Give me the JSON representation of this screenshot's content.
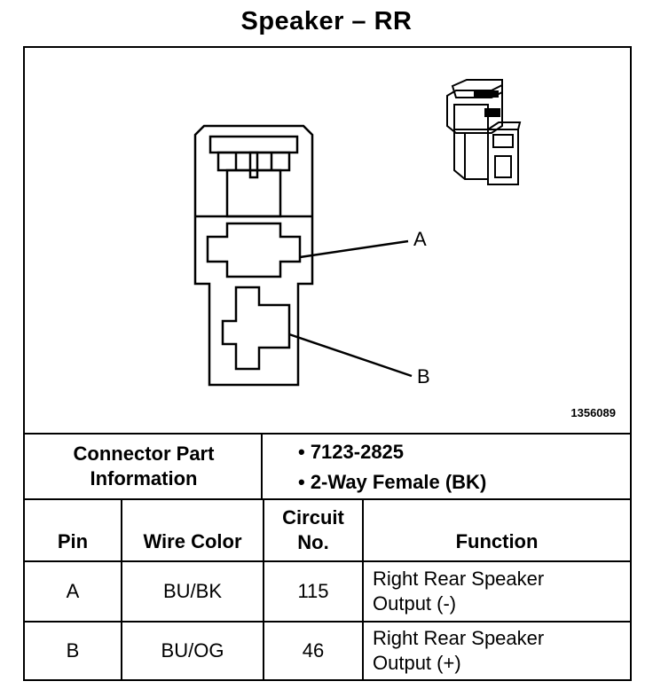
{
  "title": "Speaker – RR",
  "figure_number": "1356089",
  "callouts": {
    "a": "A",
    "b": "B"
  },
  "connector_info": {
    "label_line1": "Connector Part",
    "label_line2": "Information",
    "items": [
      "• 7123-2825",
      "• 2-Way Female (BK)"
    ]
  },
  "table": {
    "headers": {
      "pin": "Pin",
      "wire_color": "Wire Color",
      "circuit_line1": "Circuit",
      "circuit_line2": "No.",
      "function": "Function"
    },
    "rows": [
      {
        "pin": "A",
        "wire_color": "BU/BK",
        "circuit": "115",
        "function_line1": "Right Rear Speaker",
        "function_line2": "Output (-)"
      },
      {
        "pin": "B",
        "wire_color": "BU/OG",
        "circuit": "46",
        "function_line1": "Right Rear Speaker",
        "function_line2": "Output (+)"
      }
    ]
  }
}
